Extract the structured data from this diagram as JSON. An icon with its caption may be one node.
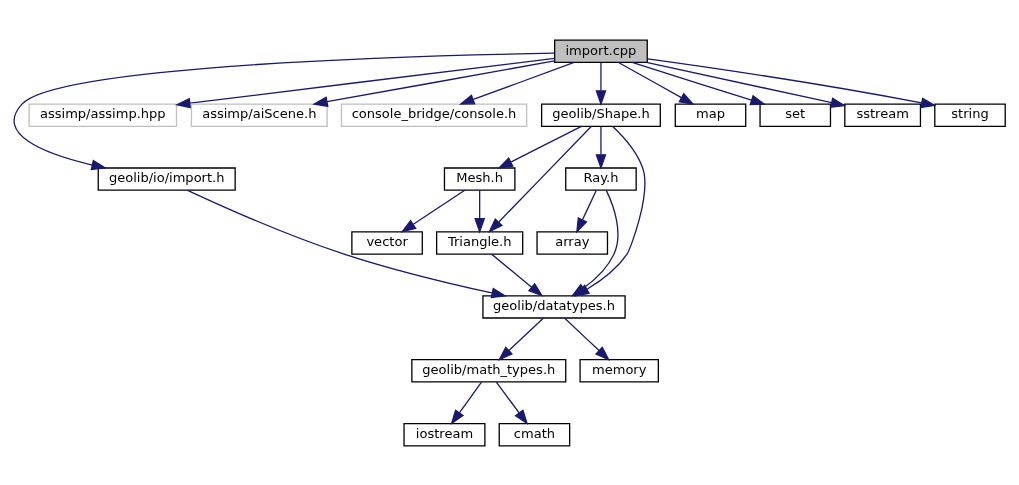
{
  "diagram": {
    "nodes": [
      {
        "text": [
          "import.cpp"
        ]
      },
      {
        "text": [
          "geolib/io/import.h"
        ]
      },
      {
        "text": [
          "assimp/assimp.hpp"
        ]
      },
      {
        "text": [
          "assimp/aiScene.h"
        ]
      },
      {
        "text": [
          "console_bridge/console.h"
        ]
      },
      {
        "text": [
          "geolib/Shape.h"
        ]
      },
      {
        "text": [
          "map"
        ]
      },
      {
        "text": [
          "set"
        ]
      },
      {
        "text": [
          "sstream"
        ]
      },
      {
        "text": [
          "string"
        ]
      },
      {
        "text": [
          "Mesh.h"
        ]
      },
      {
        "text": [
          "Ray.h"
        ]
      },
      {
        "text": [
          "Triangle.h"
        ]
      },
      {
        "text": [
          "vector"
        ]
      },
      {
        "text": [
          "array"
        ]
      },
      {
        "text": [
          "geolib/datatypes.h"
        ]
      },
      {
        "text": [
          "geolib/math_types.h"
        ]
      },
      {
        "text": [
          "memory"
        ]
      },
      {
        "text": [
          "iostream"
        ]
      },
      {
        "text": [
          "cmath"
        ]
      }
    ],
    "edges": [
      {
        "from": 0,
        "to": 1,
        "arrow": "to"
      },
      {
        "from": 0,
        "to": 2,
        "arrow": "to"
      },
      {
        "from": 0,
        "to": 3,
        "arrow": "to"
      },
      {
        "from": 0,
        "to": 4,
        "arrow": "to"
      },
      {
        "from": 0,
        "to": 5,
        "arrow": "to"
      },
      {
        "from": 0,
        "to": 6,
        "arrow": "to"
      },
      {
        "from": 0,
        "to": 7,
        "arrow": "to"
      },
      {
        "from": 0,
        "to": 8,
        "arrow": "to"
      },
      {
        "from": 0,
        "to": 9,
        "arrow": "to"
      },
      {
        "from": 1,
        "to": 15,
        "arrow": "to"
      },
      {
        "from": 5,
        "to": 15,
        "arrow": "to"
      },
      {
        "from": 5,
        "to": 12,
        "arrow": "to"
      },
      {
        "from": 5,
        "to": 10,
        "arrow": "to"
      },
      {
        "from": 5,
        "to": 11,
        "arrow": "to"
      },
      {
        "from": 10,
        "to": 12,
        "arrow": "to"
      },
      {
        "from": 10,
        "to": 13,
        "arrow": "to"
      },
      {
        "from": 11,
        "to": 15,
        "arrow": "to"
      },
      {
        "from": 11,
        "to": 14,
        "arrow": "to"
      },
      {
        "from": 12,
        "to": 15,
        "arrow": "to"
      },
      {
        "from": 15,
        "to": 16,
        "arrow": "to"
      },
      {
        "from": 15,
        "to": 17,
        "arrow": "to"
      },
      {
        "from": 16,
        "to": 18,
        "arrow": "to"
      },
      {
        "from": 16,
        "to": 19,
        "arrow": "to"
      }
    ]
  }
}
